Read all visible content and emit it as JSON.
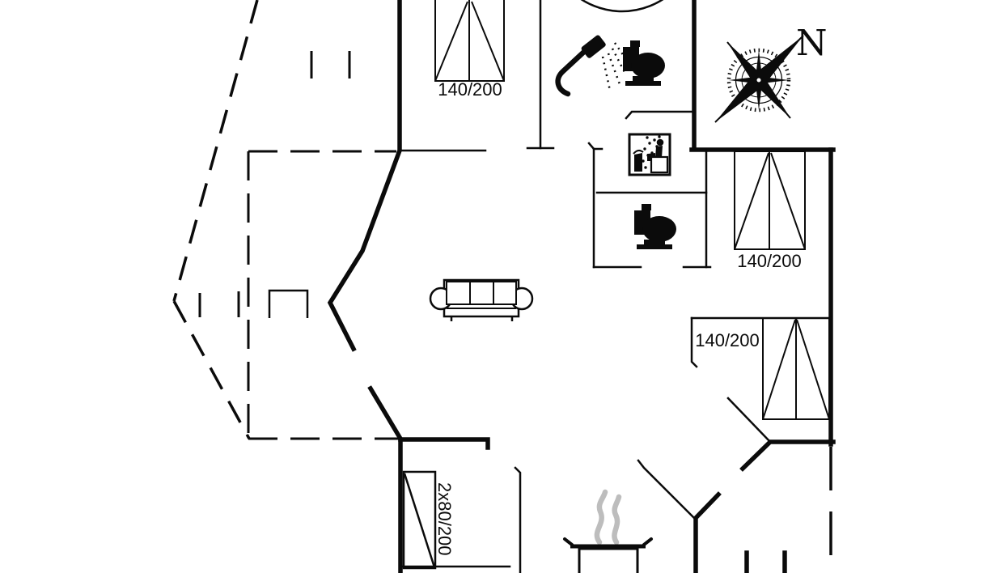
{
  "plan": {
    "type": "vacation-house-floor-plan",
    "colors": {
      "ink": "#0b0b0b",
      "steam": "#bdbdbd",
      "background": "#ffffff"
    },
    "labels": {
      "bed_top": "140/200",
      "bed_right_upper": "140/200",
      "bed_right_middle": "140/200",
      "bunk_bed": "2x80/200",
      "compass_north": "N"
    },
    "icons": {
      "compass": "compass-rose-icon",
      "shower": "shower-icon",
      "toilet_upper": "toilet-icon",
      "toilet_lower": "toilet-icon",
      "sauna": "sauna-icon",
      "sofa": "sofa-icon",
      "cooking_pot": "cooking-pot-icon",
      "steam": "steam-icon",
      "fireplace": "fireplace-icon",
      "double_bed": "double-bed-icon",
      "bunk_bed": "bunk-bed-icon",
      "round_fixture": "round-table-arc-icon"
    }
  }
}
